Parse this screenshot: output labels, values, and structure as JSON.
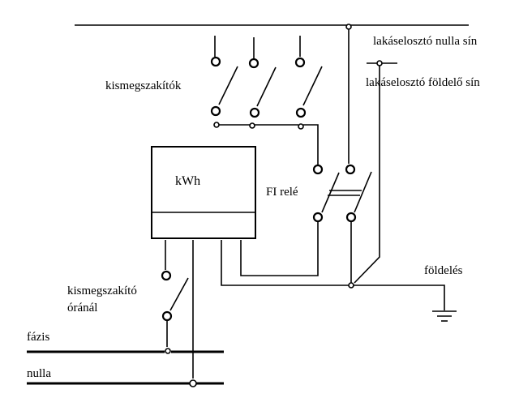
{
  "labels": {
    "neutral_bus": "lakáselosztó nulla sín",
    "earth_bus": "lakáselosztó földelő sín",
    "breakers": "kismegszakítók",
    "meter": "kWh",
    "rcd": "FI relé",
    "grounding": "földelés",
    "meter_breaker_line1": "kismegszakító",
    "meter_breaker_line2": "óránál",
    "phase": "fázis",
    "neutral": "nulla"
  }
}
